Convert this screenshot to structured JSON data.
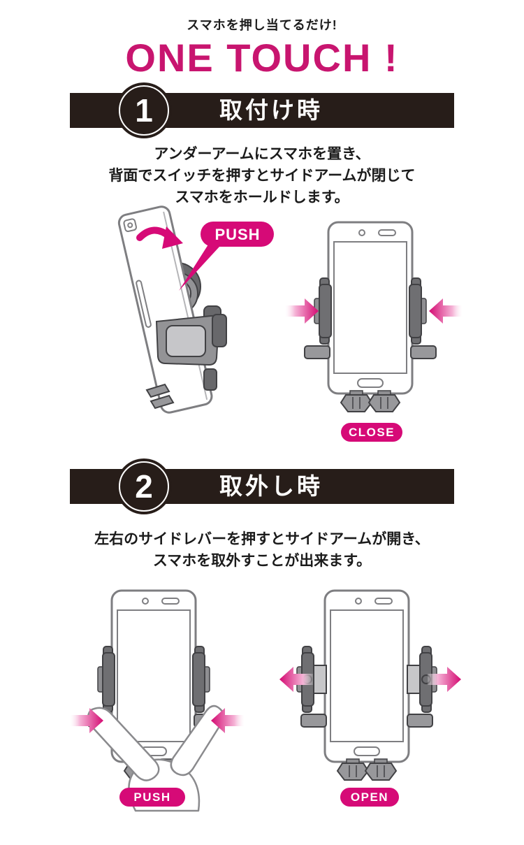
{
  "colors": {
    "magenta": "#d60a77",
    "magenta_dark": "#c8156f",
    "black": "#271d19"
  },
  "header": {
    "tagline": "スマホを押し当てるだけ!",
    "title": "ONE TOUCH !"
  },
  "sections": [
    {
      "number": "1",
      "title": "取付け時",
      "description": [
        "アンダーアームにスマホを置き、",
        "背面でスイッチを押すとサイドアームが閉じて",
        "スマホをホールドします。"
      ],
      "labels": {
        "push_bubble": "PUSH",
        "state": "CLOSE"
      }
    },
    {
      "number": "2",
      "title": "取外し時",
      "description": [
        "左右のサイドレバーを押すとサイドアームが開き、",
        "スマホを取外すことが出来ます。"
      ],
      "labels": {
        "push": "PUSH",
        "state": "OPEN"
      }
    }
  ]
}
